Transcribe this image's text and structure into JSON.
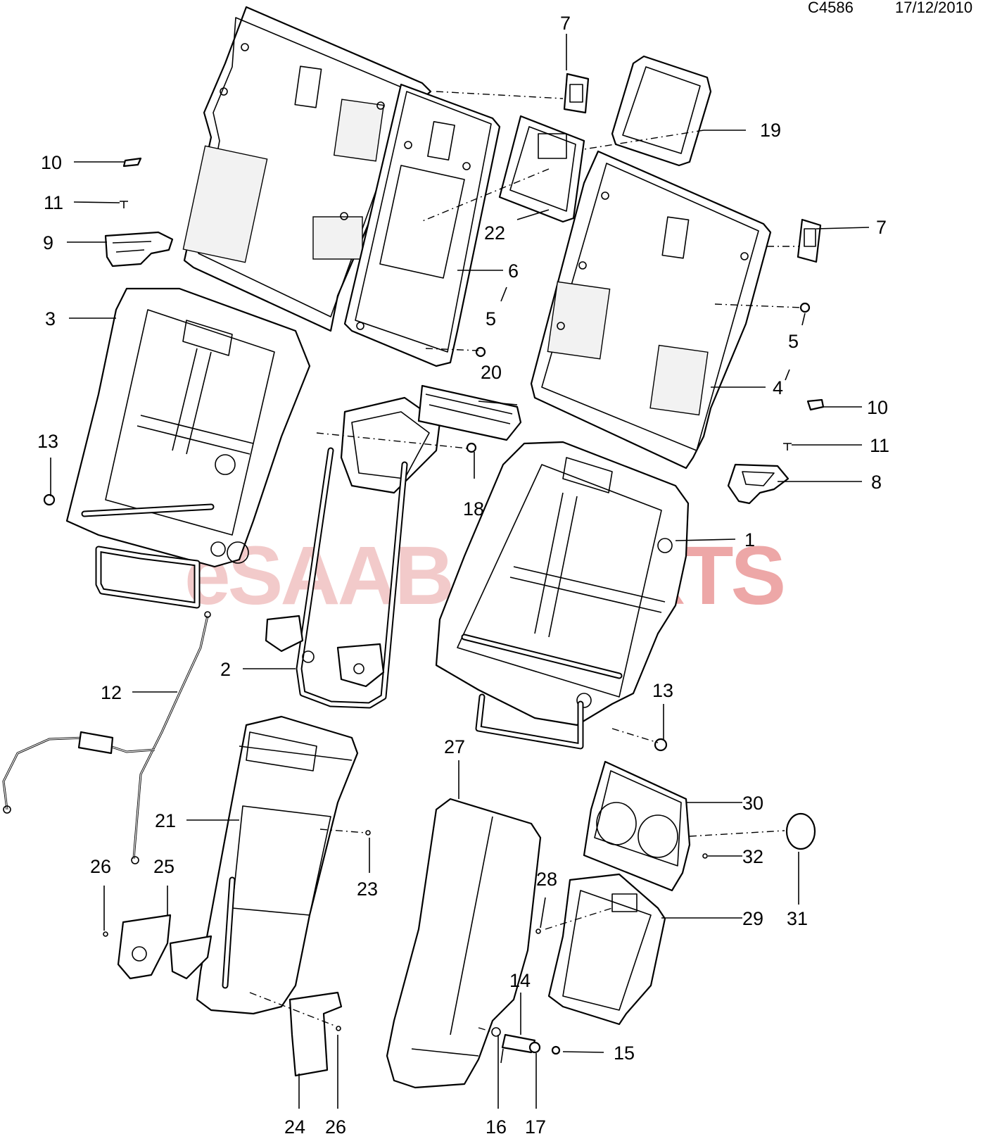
{
  "header": {
    "code": "C4586",
    "date": "17/12/2010"
  },
  "watermark": {
    "left": "eSAAB",
    "right": "PARTS",
    "left_color": "#e8a0a0",
    "right_color": "#e06060"
  },
  "callouts": [
    "7",
    "19",
    "10",
    "11",
    "9",
    "22",
    "7",
    "6",
    "3",
    "5",
    "5",
    "20",
    "4",
    "10",
    "11",
    "13",
    "18",
    "8",
    "1",
    "2",
    "12",
    "13",
    "27",
    "30",
    "21",
    "32",
    "23",
    "26",
    "25",
    "28",
    "29",
    "31",
    "14",
    "15",
    "24",
    "26",
    "16",
    "17"
  ]
}
